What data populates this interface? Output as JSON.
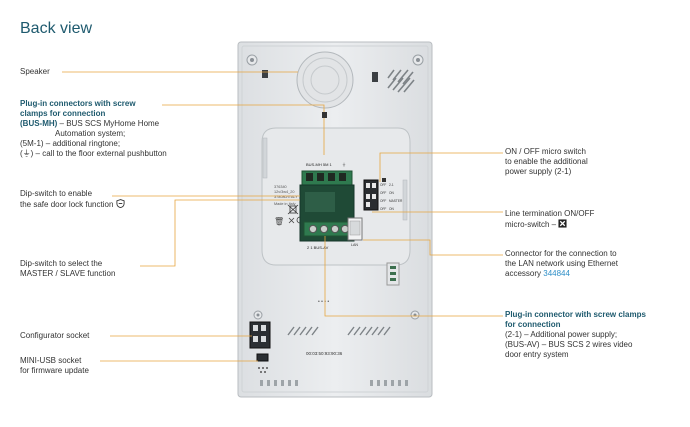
{
  "title": "Back view",
  "labels": {
    "speaker": "Speaker",
    "plugin_head_1": "Plug-in connectors with screw",
    "plugin_head_2": "clamps for connection",
    "busmh_key": "(BUS-MH)",
    "busmh_text": " – BUS SCS MyHome Home",
    "busmh_text2": "Automation system;",
    "sm1_text": "(5M-1) – additional ringtone;",
    "floor_key": "(",
    "floor_sym": "⏚",
    "floor_text": ") – call to the floor external pushbutton",
    "dip_safe_1": "Dip-switch to enable",
    "dip_safe_2": "the safe door lock function",
    "dip_master_1": "Dip-switch to select the",
    "dip_master_2": "MASTER / SLAVE function",
    "configurator": "Configurator socket",
    "usb_1": "MINI-USB socket",
    "usb_2": "for firmware update",
    "onoff_1": "ON / OFF micro switch",
    "onoff_2": "to enable the additional",
    "onoff_3": "power supply (2-1)",
    "term_1": "Line termination ON/OFF",
    "term_2": "micro-switch –",
    "lan_1": "Connector for the connection to",
    "lan_2": "the LAN network using Ethernet",
    "lan_3": "accessory",
    "lan_link": "344844",
    "plugin2_head_1": "Plug-in connector with screw clamps",
    "plugin2_head_2": "for connection",
    "plugin2_l1": "(2-1) – Additional power supply;",
    "plugin2_l2": "(BUS-AV) – BUS SCS 2 wires video",
    "plugin2_l3": "door entry system"
  },
  "device": {
    "terminal_top": "BUS-MH  5M  1",
    "terminal_bot": "2  1  BUS-AV",
    "sticker_1": "376340",
    "sticker_2": "12v/3w4_20",
    "sticker_3": "378080/ITALY",
    "sticker_4": "Made in Italy",
    "lan_mark": "LAN",
    "mac": "00:03:50:93:90:36",
    "dots": "• • • •"
  },
  "colors": {
    "accent": "#1e5a6e",
    "leader": "#e6a53f",
    "link": "#2f8fc7"
  }
}
